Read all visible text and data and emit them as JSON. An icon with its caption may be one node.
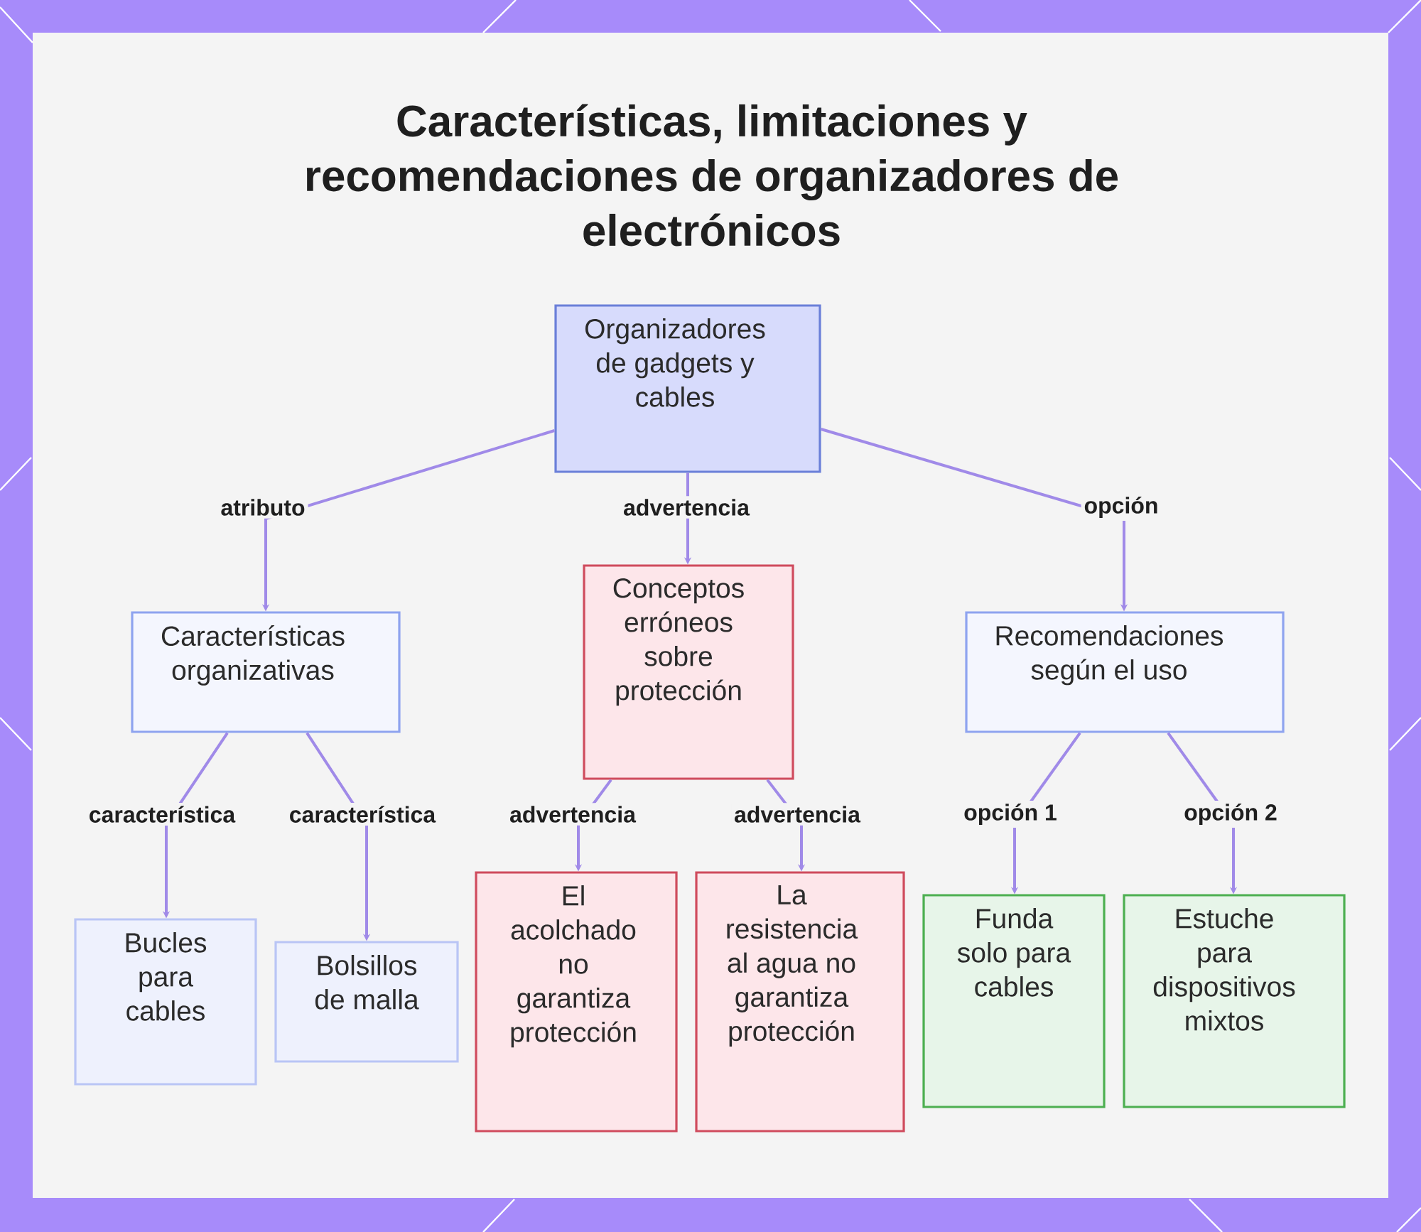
{
  "diagram": {
    "title": "Características, limitaciones y recomendaciones de organizadores de electrónicos",
    "nodes": [
      {
        "text": [
          "Organizadores de gadgets y cables"
        ]
      },
      {
        "text": [
          "Características organizativas"
        ]
      },
      {
        "text": [
          "Conceptos erróneos sobre protección"
        ]
      },
      {
        "text": [
          "Recomendaciones según el uso"
        ]
      },
      {
        "text": [
          "Bucles para cables"
        ]
      },
      {
        "text": [
          "Bolsillos de malla"
        ]
      },
      {
        "text": [
          "El acolchado no garantiza protección"
        ]
      },
      {
        "text": [
          "La resistencia al agua no garantiza protección"
        ]
      },
      {
        "text": [
          "Funda solo para cables"
        ]
      },
      {
        "text": [
          "Estuche para dispositivos mixtos"
        ]
      }
    ],
    "edges": [
      {
        "from": 0,
        "to": 1,
        "label": "atributo",
        "arrow": "to"
      },
      {
        "from": 0,
        "to": 2,
        "label": "advertencia",
        "arrow": "to"
      },
      {
        "from": 0,
        "to": 3,
        "label": "opción",
        "arrow": "to"
      },
      {
        "from": 1,
        "to": 4,
        "label": "característica",
        "arrow": "to"
      },
      {
        "from": 1,
        "to": 5,
        "label": "característica",
        "arrow": "to"
      },
      {
        "from": 2,
        "to": 6,
        "label": "advertencia",
        "arrow": "to"
      },
      {
        "from": 2,
        "to": 7,
        "label": "advertencia",
        "arrow": "to"
      },
      {
        "from": 3,
        "to": 8,
        "label": "opción 1",
        "arrow": "to"
      },
      {
        "from": 3,
        "to": 9,
        "label": "opción 2",
        "arrow": "to"
      }
    ]
  }
}
